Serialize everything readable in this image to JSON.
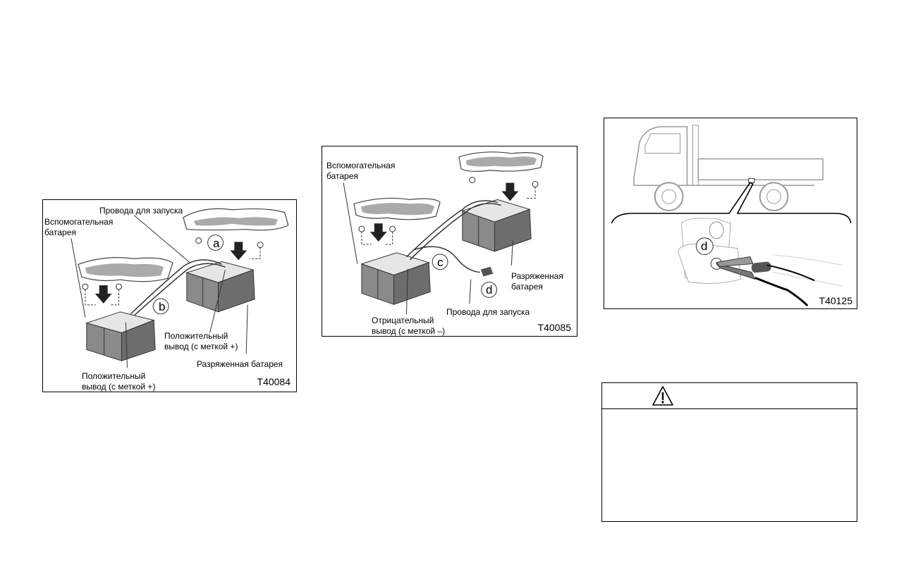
{
  "figure1": {
    "labels": {
      "cables": "Провода для запуска",
      "booster": "Вспомогательная\nбатарея",
      "pos_right": "Положительный\nвывод (с меткой +)",
      "discharged": "Разряженная батарея",
      "pos_left": "Положительный\nвывод (с меткой +)",
      "mark_a": "a",
      "mark_b": "b"
    },
    "code": "T40084"
  },
  "figure2": {
    "labels": {
      "booster": "Вспомогательная\nбатарея",
      "discharged": "Разряженная\nбатарея",
      "negative": "Отрицательный\nвывод (с меткой –)",
      "cables": "Провода для запуска",
      "mark_c": "c",
      "mark_d": "d"
    },
    "code": "T40085"
  },
  "figure3": {
    "labels": {
      "mark_d": "d"
    },
    "code": "T40125"
  },
  "warning": {
    "icon": "warning-triangle-icon"
  }
}
